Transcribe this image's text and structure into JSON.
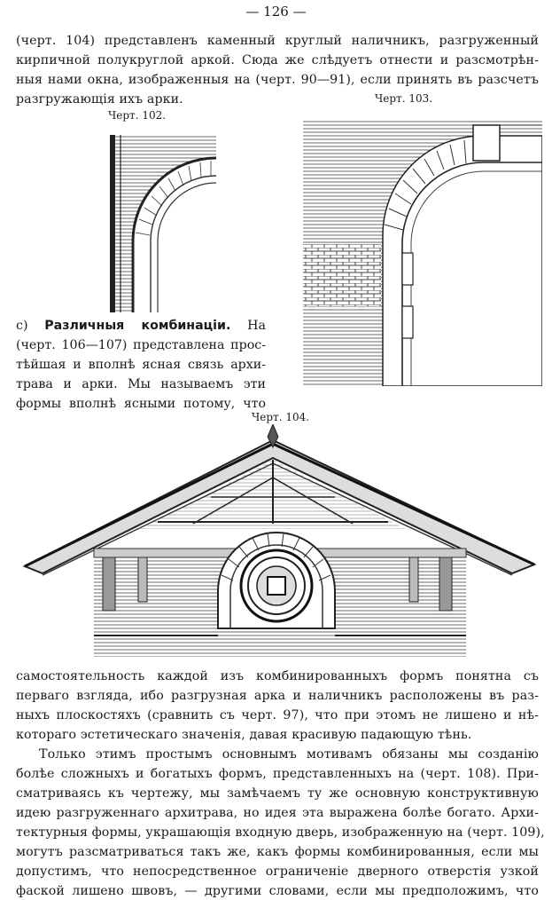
{
  "page_number": "— 126 —",
  "intro_lines": [
    "(черт. 104) представленъ каменный круглый наличникъ, разгруженный",
    "кирпичной полукруглой аркой. Сюда же слѣдуетъ отнести и разсмотрѣн-",
    "ныя нами окна, изображенныя на (черт. 90—91), если принять въ разсчетъ",
    "разгружающія ихъ арки."
  ],
  "figures": {
    "fig102_caption": "Черт. 102.",
    "fig103_caption": "Черт. 103.",
    "fig104_caption": "Черт. 104."
  },
  "section": {
    "label": "c)",
    "heading": "Различныя комбинаціи.",
    "first_word": "На",
    "lines": [
      "(черт. 106—107) представлена прос-",
      "тѣйшая и вполнѣ ясная связь архи-",
      "трава и арки. Мы называемъ эти",
      "формы вполнѣ ясными потому, что"
    ]
  },
  "body_lines": [
    "самостоятельность каждой изъ комбинированныхъ формъ понятна съ",
    "перваго взгляда, ибо разгрузная арка и наличникъ расположены въ раз-",
    "ныхъ плоскостяхъ (сравнить съ черт. 97), что при этомъ не лишено и нѣ-",
    "котораго эстетическаго значенія, давая красивую падающую тѣнь."
  ],
  "para2_lines": [
    "Только этимъ простымъ основнымъ мотивамъ обязаны мы созданію",
    "болѣе сложныхъ и богатыхъ формъ, представленныхъ на (черт. 108). При-",
    "сматриваясь къ чертежу, мы замѣчаемъ ту же основную конструктивную",
    "идею разгруженнаго архитрава, но идея эта выражена болѣе богато. Архи-",
    "тектурныя формы, украшающія входную дверь, изображенную на (черт. 109),",
    "могутъ разсматриваться такъ же, какъ формы комбинированныя, если мы",
    "допустимъ, что непосредственное ограниченіе дверного отверстія узкой",
    "фаской лишено швовъ, — другими словами, если мы предположимъ, что"
  ]
}
